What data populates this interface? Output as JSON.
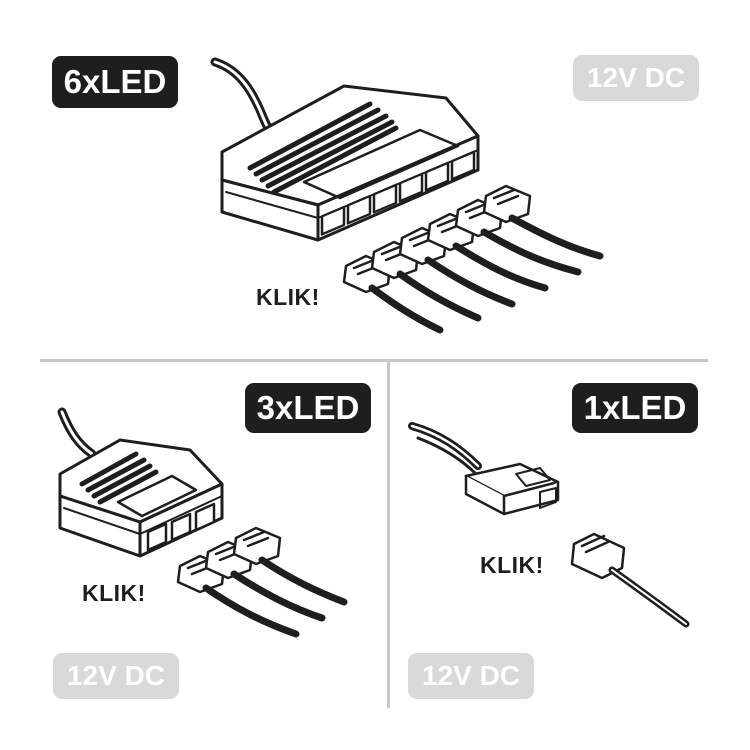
{
  "top_panel": {
    "badge_led": "6xLED",
    "badge_voltage": "12V DC",
    "klik": "KLIK!"
  },
  "left_panel": {
    "badge_led": "3xLED",
    "badge_voltage": "12V DC",
    "klik": "KLIK!"
  },
  "right_panel": {
    "badge_led": "1xLED",
    "badge_voltage": "12V DC",
    "klik": "KLIK!"
  },
  "colors": {
    "badge_dark": "#1e1e1e",
    "badge_light": "#d9d9d9",
    "divider": "#c8c8c8",
    "line_art": "#1e1e1e"
  }
}
